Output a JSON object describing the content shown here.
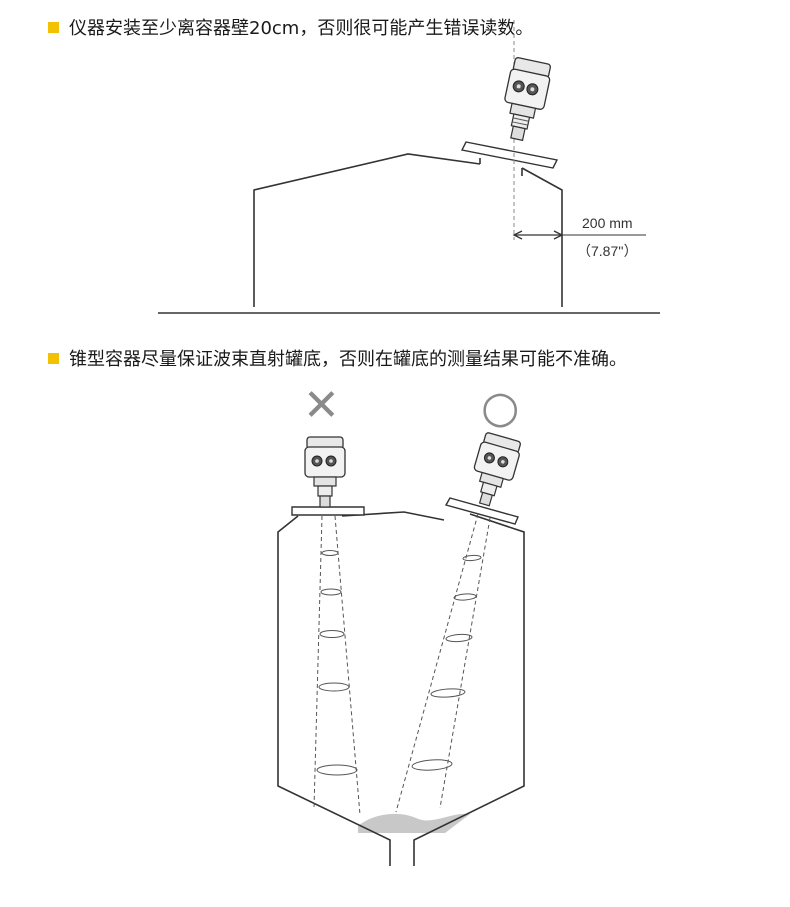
{
  "notes": [
    "仪器安装至少离容器壁20cm，否则很可能产生错误读数。",
    "锥型容器尽量保证波束直射罐底，否则在罐底的测量结果可能不准确。"
  ],
  "dimension": {
    "metric": "200 mm",
    "imperial": "（7.87''）"
  },
  "marks": {
    "wrong": "✕",
    "right": "○"
  },
  "colors": {
    "bullet": "#f2c100",
    "line": "#333333",
    "mark": "#8a8a8a",
    "sediment": "#c8c8c8"
  }
}
